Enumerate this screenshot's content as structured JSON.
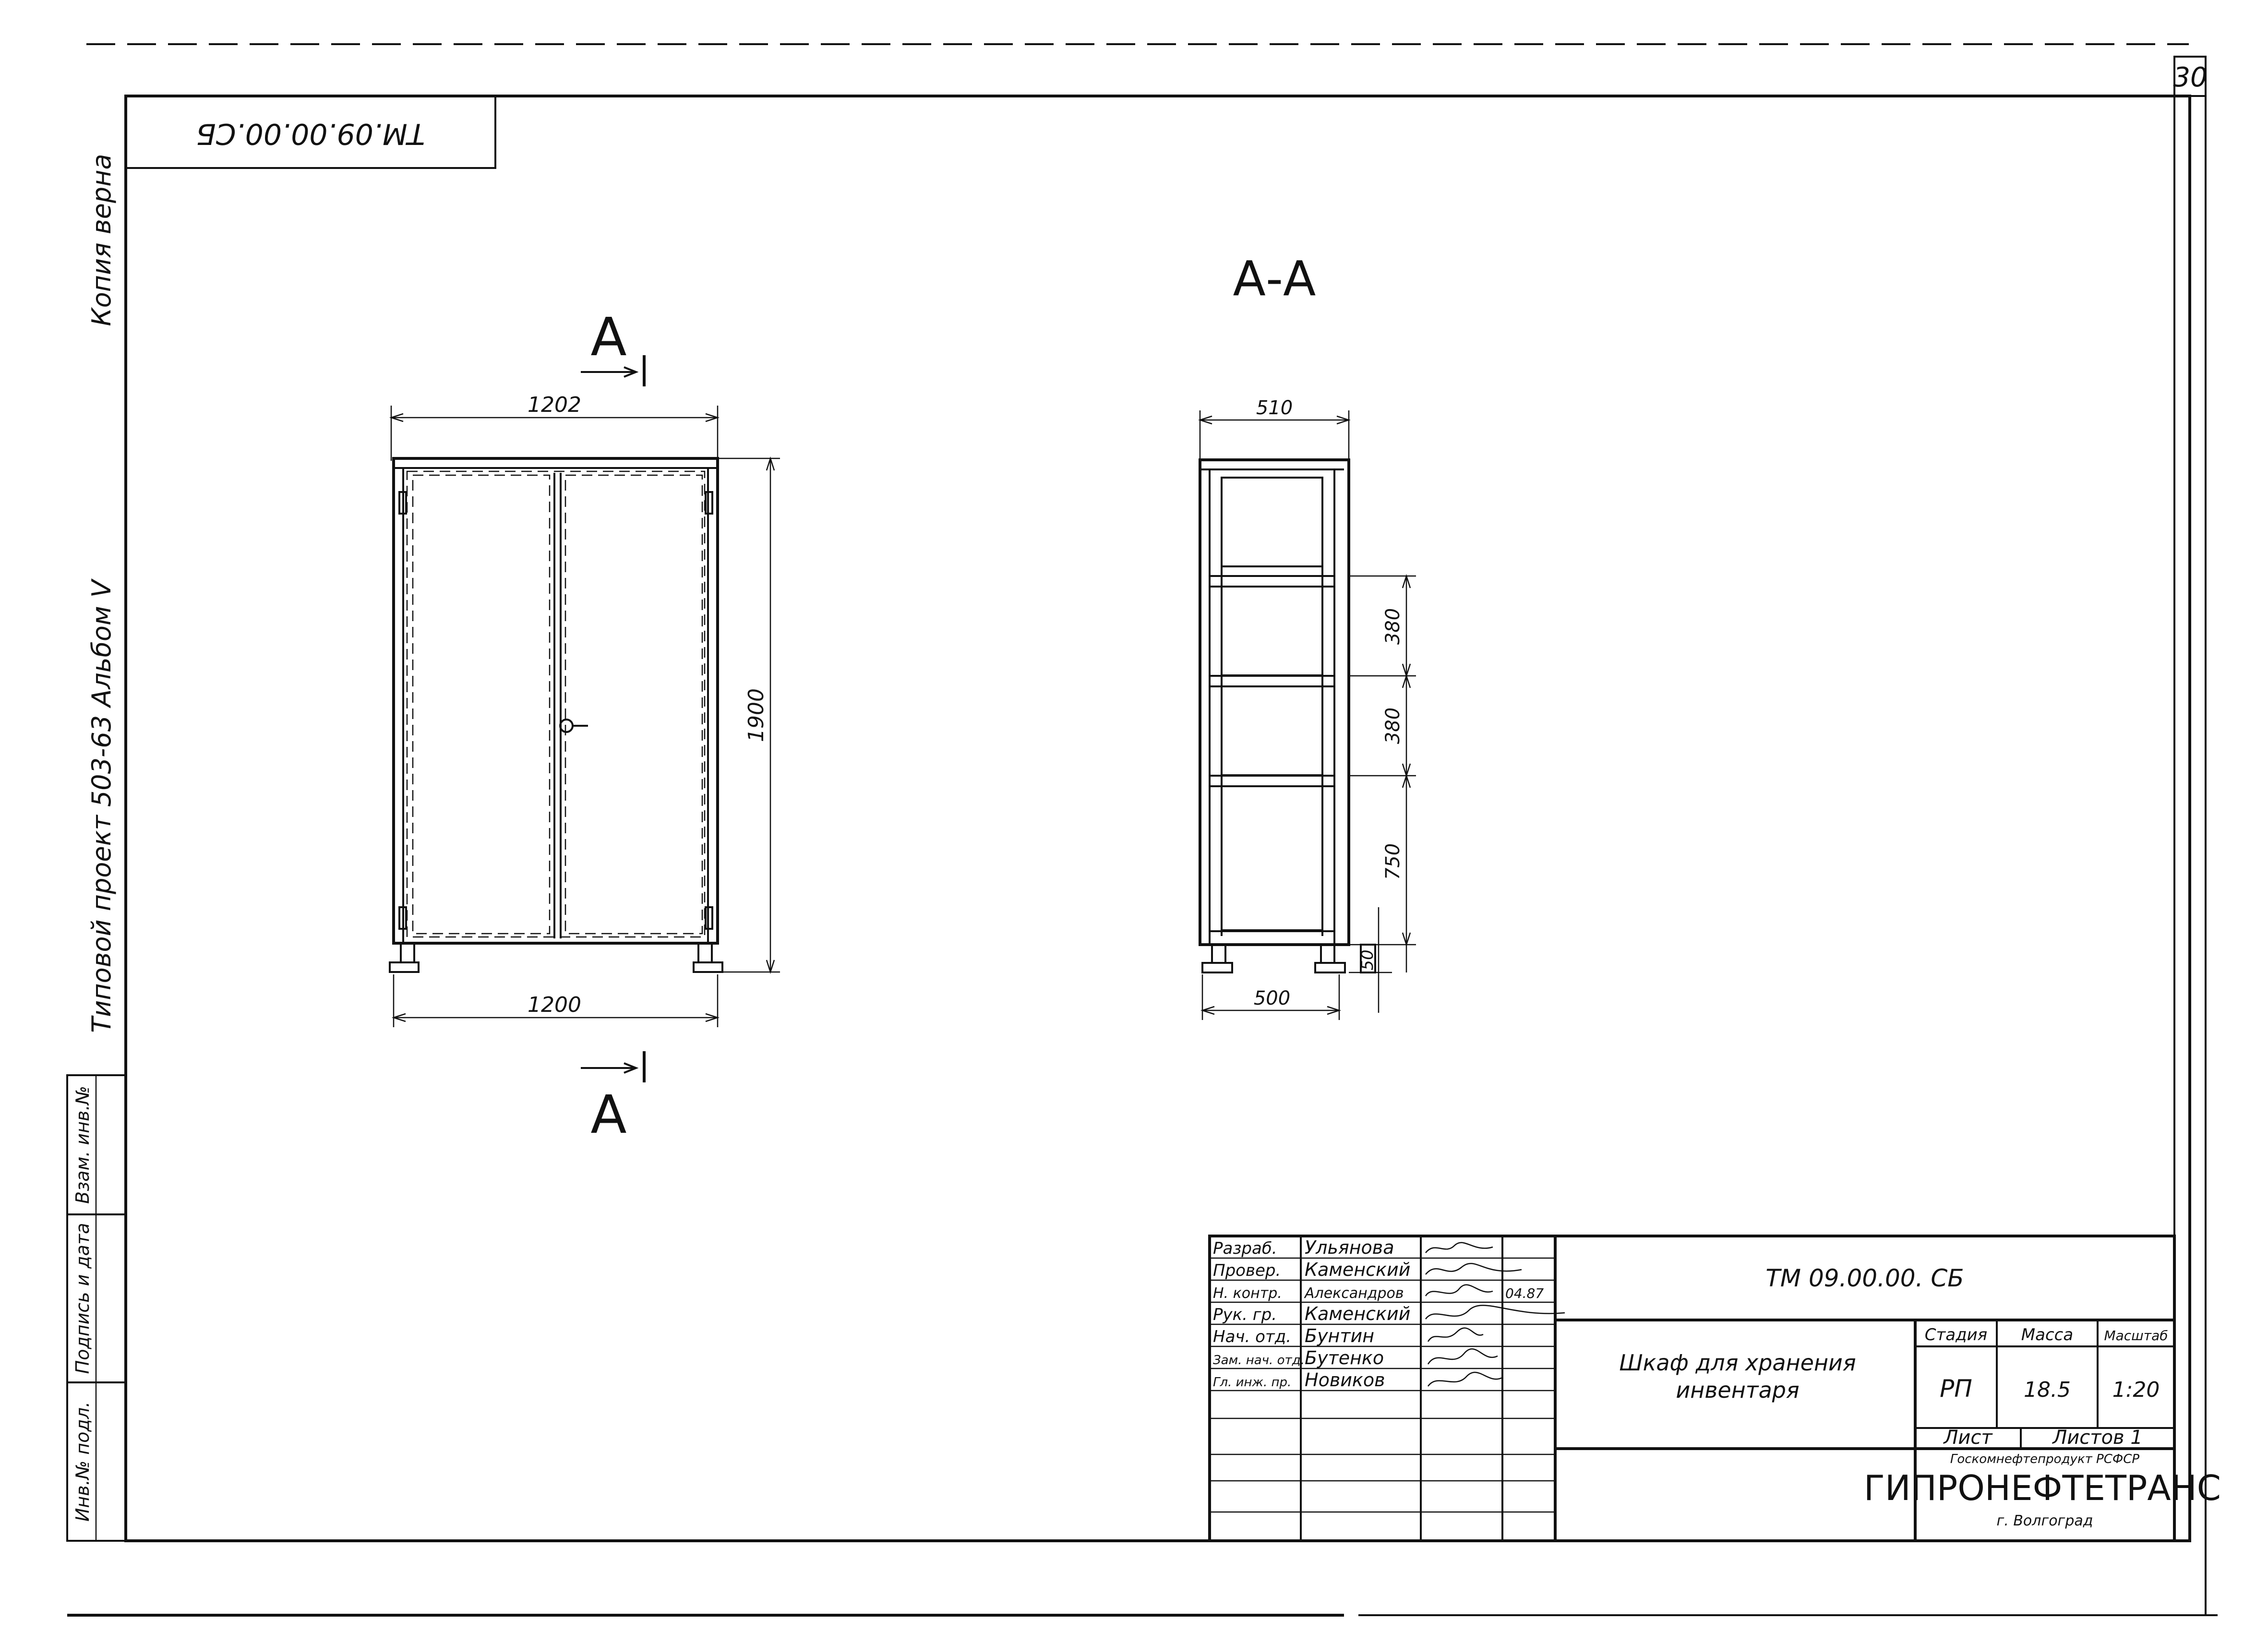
{
  "sheet": {
    "number": "30",
    "code_inverted": "ТМ.09.00.00.СБ",
    "copy_note": "Копия верна",
    "project_note": "Типовой проект 503-63 Альбом V"
  },
  "left_stamp": {
    "col1": "Инв.№ подл.",
    "col2": "Подпись и дата",
    "col3": "Взам. инв.№"
  },
  "views": {
    "front": {
      "section_mark": "А",
      "width_top": "1202",
      "width_bottom": "1200",
      "height": "1900"
    },
    "section": {
      "title": "А-А",
      "depth_top": "510",
      "depth_bottom": "500",
      "shelf1": "380",
      "shelf2": "380",
      "shelf3": "750",
      "leg": "50"
    }
  },
  "title_block": {
    "roles": [
      "Разраб.",
      "Провер.",
      "Н. контр.",
      "Рук. гр.",
      "Нач. отд.",
      "Зам. нач. отд.",
      "Гл. инж. пр."
    ],
    "names": [
      "Ульянова",
      "Каменский",
      "Александров",
      "Каменский",
      "Бунтин",
      "Бутенко",
      "Новиков"
    ],
    "date_note": "04.87",
    "doc_code": "ТМ 09.00.00. СБ",
    "item_name_line1": "Шкаф для хранения",
    "item_name_line2": "инвентаря",
    "stage_label": "Стадия",
    "mass_label": "Масса",
    "scale_label": "Масштаб",
    "stage": "РП",
    "mass": "18.5",
    "scale": "1:20",
    "sheet_label": "Лист",
    "sheets_label": "Листов 1",
    "org_parent": "Госкомнефтепродукт РСФСР",
    "org_name": "ГИПРОНЕФТЕТРАНС",
    "org_city": "г. Волгоград"
  }
}
